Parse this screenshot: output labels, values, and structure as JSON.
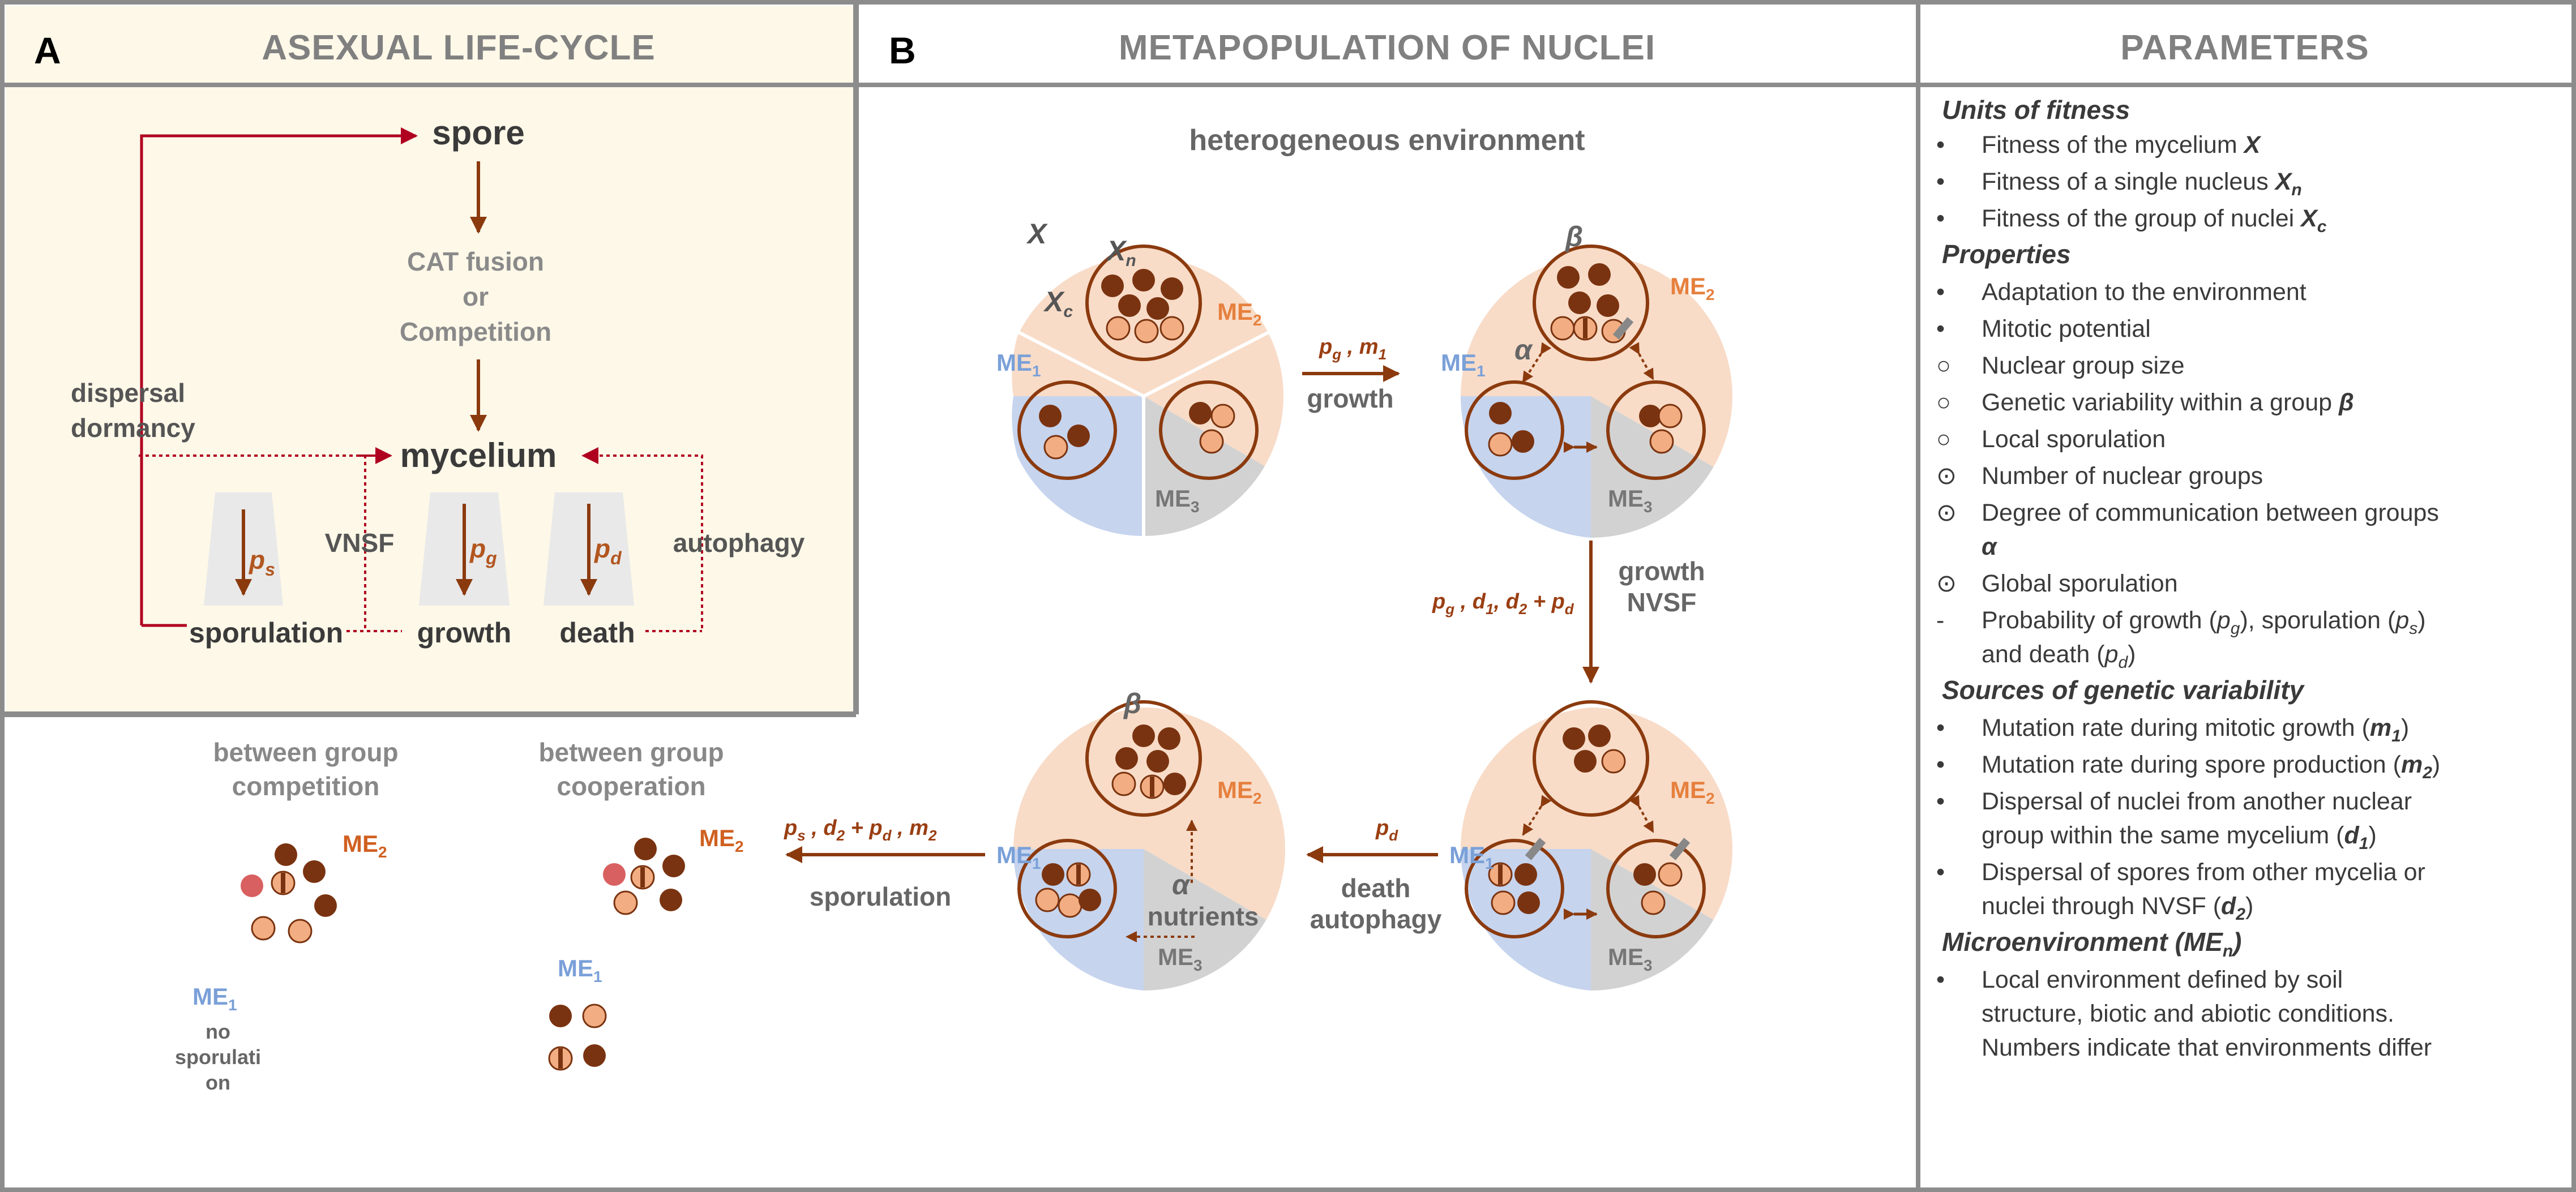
{
  "panels": {
    "a": {
      "letter": "A",
      "title": "ASEXUAL LIFE-CYCLE"
    },
    "b": {
      "letter": "B",
      "title": "METAPOPULATION OF NUCLEI"
    },
    "c": {
      "title": "PARAMETERS"
    }
  },
  "lifecycle": {
    "spore": "spore",
    "cat_fusion": "CAT fusion",
    "or": "or",
    "competition": "Competition",
    "mycelium": "mycelium",
    "dispersal": "dispersal",
    "dormancy": "dormancy",
    "vnsf": "VNSF",
    "autophagy": "autophagy",
    "sporulation": "sporulation",
    "growth": "growth",
    "death": "death",
    "ps": "p",
    "ps_sub": "s",
    "pg": "p",
    "pg_sub": "g",
    "pd": "p",
    "pd_sub": "d"
  },
  "metapop": {
    "env_title": "heterogeneous environment",
    "x": "X",
    "xn": "X",
    "xn_sub": "n",
    "xc": "X",
    "xc_sub": "c",
    "me1": "ME",
    "me1_sub": "1",
    "me2": "ME",
    "me2_sub": "2",
    "me3": "ME",
    "me3_sub": "3",
    "alpha": "α",
    "beta": "β",
    "step1_params": "p",
    "step1_label": "growth",
    "step2_params": "p",
    "step2_label1": "growth",
    "step2_label2": "NVSF",
    "step3_params": "p",
    "step3_label1": "death",
    "step3_label2": "autophagy",
    "step4_params": "p",
    "step4_label": "sporulation",
    "nutrients": "nutrients",
    "between_comp_1": "between group",
    "between_comp_2": "competition",
    "between_coop_1": "between group",
    "between_coop_2": "cooperation",
    "no_spor_1": "no",
    "no_spor_2": "sporulati",
    "no_spor_3": "on"
  },
  "parameters": {
    "sec1": "Units of fitness",
    "u1": "Fitness of the mycelium",
    "u1b": "X",
    "u2": "Fitness of a single nucleus",
    "u2b": "X",
    "u2sub": "n",
    "u3": "Fitness of the group of nuclei",
    "u3b": "X",
    "u3sub": "c",
    "sec2": "Properties",
    "pr1": "Adaptation to the environment",
    "pr2": "Mitotic potential",
    "pr3": "Nuclear group size",
    "pr4": "Genetic variability within a group",
    "pr4b": "β",
    "pr5": "Local sporulation",
    "pr6": "Number of nuclear groups",
    "pr7a": "Degree of communication between groups",
    "pr7b": "α",
    "pr8": "Global sporulation",
    "pr9a": "Probability of growth (",
    "pr9b": "), sporulation (",
    "pr9c": "and death (",
    "sec3": "Sources of genetic variability",
    "s1": "Mutation rate during mitotic growth (",
    "s2": "Mutation rate during spore production (",
    "s3a": "Dispersal of nuclei from another nuclear",
    "s3b": "group within the same mycelium (",
    "s4a": "Dispersal of spores from other mycelia or",
    "s4b": "nuclei through NVSF (",
    "sec4": "Microenvironment (",
    "m1a": "Local environment defined by soil",
    "m1b": "structure, biotic and abiotic conditions.",
    "m1c": "Numbers indicate that environments differ"
  },
  "colors": {
    "dark_nucleus": "#7a3310",
    "light_nucleus": "#f2ae82",
    "red_nucleus": "#d96060",
    "arrow_brown": "#8b3a0e",
    "arrow_red": "#b00020",
    "me1_fill": "#c6d4ee",
    "me2_fill": "#f8dcc8",
    "me3_fill": "#d2d2d2",
    "lifecycle_bg": "#fdf8e8"
  }
}
